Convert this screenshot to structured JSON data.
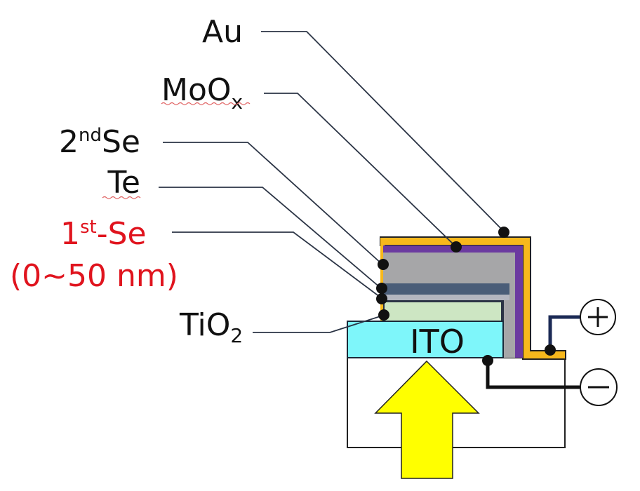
{
  "diagram": {
    "type": "device-cross-section",
    "labels": {
      "au": "Au",
      "moox_base": "MoO",
      "moox_sub": "x",
      "second_se_num": "2",
      "second_se_sup": "nd",
      "second_se_name": "Se",
      "te": "Te",
      "first_se_num": "1",
      "first_se_sup": "st",
      "first_se_name": "-Se",
      "first_se_thickness": "(0∼50 nm)",
      "tio2_base": "TiO",
      "tio2_sub": "2",
      "ito": "ITO"
    },
    "terminals": {
      "positive": "+",
      "negative": "−"
    },
    "layers": [
      {
        "name": "Au",
        "color": "#f7b81c"
      },
      {
        "name": "MoOx",
        "color": "#6b3aa0"
      },
      {
        "name": "2nd Se",
        "color": "#a6a6a8"
      },
      {
        "name": "Te",
        "color": "#4a5d78"
      },
      {
        "name": "1st-Se",
        "color": "#b4b6c0"
      },
      {
        "name": "TiO2",
        "color": "#cde6c3"
      },
      {
        "name": "ITO",
        "color": "#7ef6fa"
      }
    ],
    "colors": {
      "highlight_text": "#e0141e",
      "arrow": "#ffff00",
      "leader": "#2b3445"
    },
    "light_direction": "up"
  }
}
